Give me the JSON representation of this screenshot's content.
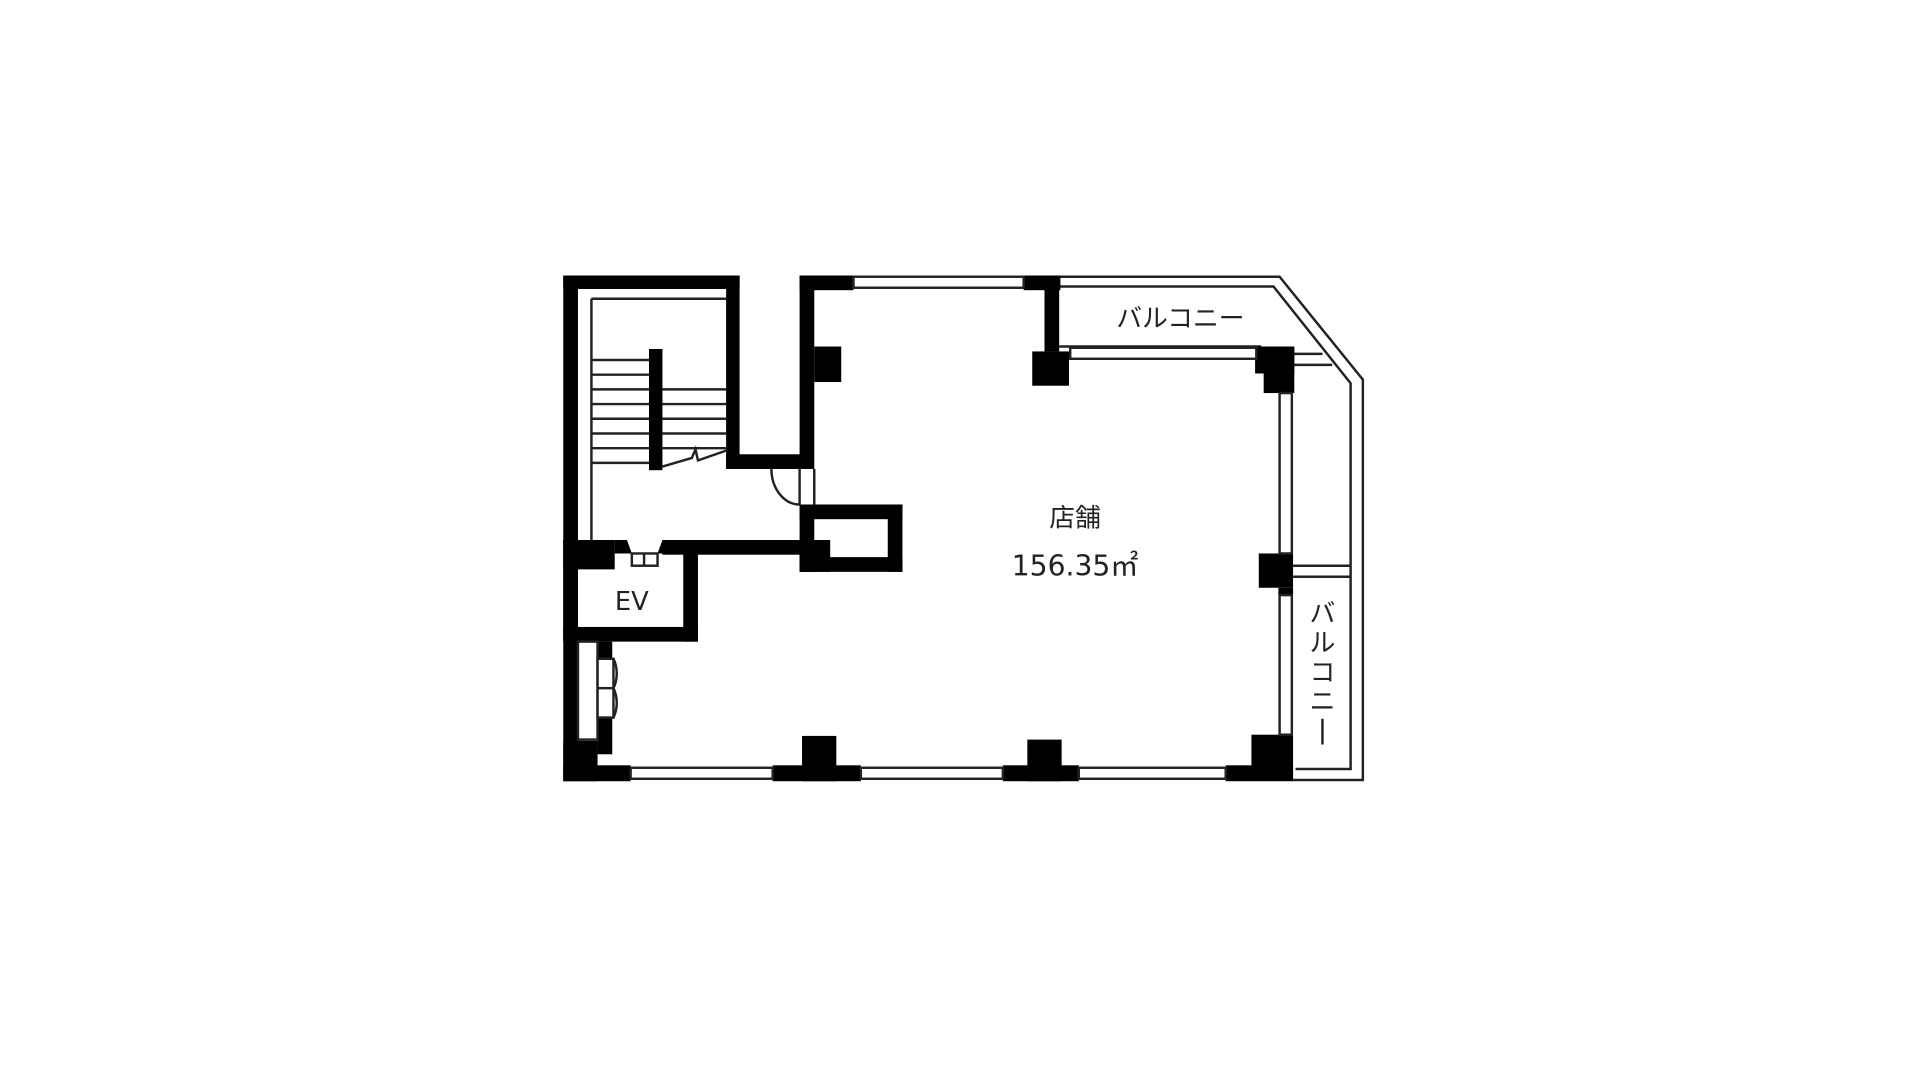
{
  "diagram": {
    "type": "floor-plan",
    "rooms": {
      "shop": {
        "name": "店舗",
        "area": "156.35㎡"
      },
      "elevator": {
        "name": "EV"
      },
      "balcony_top": {
        "name": "バルコニー"
      },
      "balcony_right": {
        "name": "バルコニー",
        "chars": [
          "バ",
          "ル",
          "コ",
          "ニ",
          "ー"
        ]
      }
    },
    "colors": {
      "wall": "#000000",
      "line": "#222222",
      "background": "#ffffff"
    }
  }
}
